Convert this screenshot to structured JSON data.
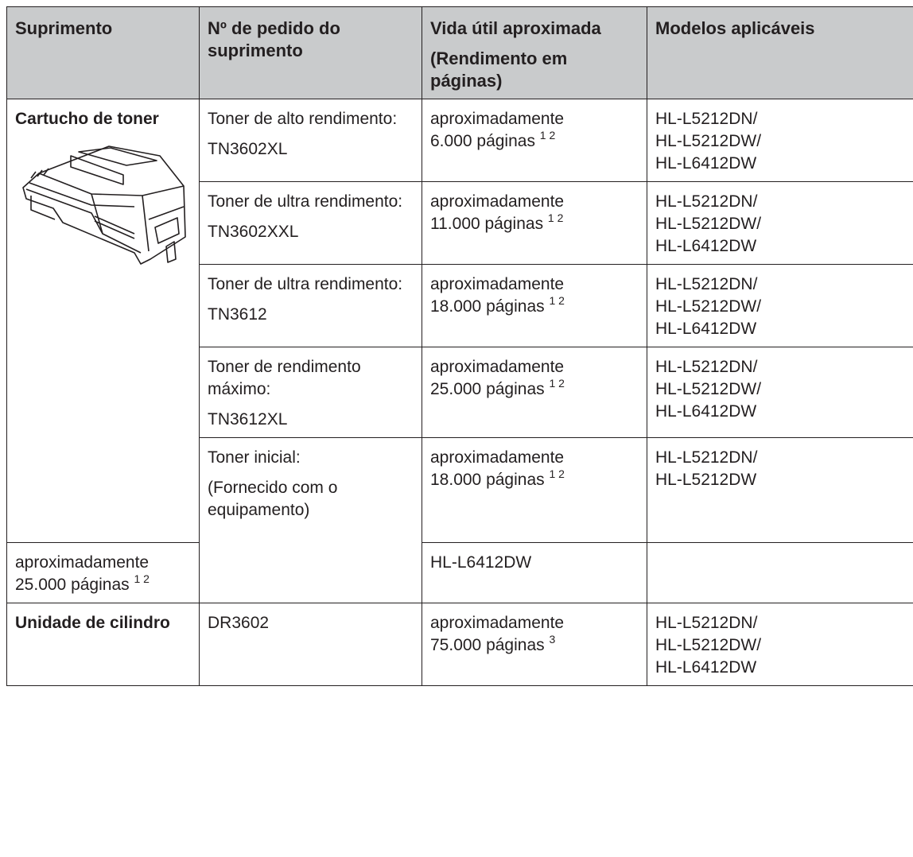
{
  "headers": {
    "supply": "Suprimento",
    "order_no": "Nº de pedido do suprimento",
    "life_1": "Vida útil aproximada",
    "life_2": "(Rendimento em páginas)",
    "models": "Modelos aplicáveis"
  },
  "toner": {
    "name": "Cartucho de toner",
    "image_icon": "toner-cartridge-drawing",
    "rows": [
      {
        "type": "Toner de alto rendimento:",
        "code": "TN3602XL",
        "yield_pre": "aproximadamente",
        "yield_val": "6.000 páginas",
        "notes": "1 2",
        "models": [
          "HL-L5212DN/",
          "HL-L5212DW/",
          "HL-L6412DW"
        ]
      },
      {
        "type": "Toner de ultra rendimento:",
        "code": "TN3602XXL",
        "yield_pre": "aproximadamente",
        "yield_val": "11.000 páginas",
        "notes": "1 2",
        "models": [
          "HL-L5212DN/",
          "HL-L5212DW/",
          "HL-L6412DW"
        ]
      },
      {
        "type": "Toner de ultra rendimento:",
        "code": "TN3612",
        "yield_pre": "aproximadamente",
        "yield_val": "18.000 páginas",
        "notes": "1 2",
        "models": [
          "HL-L5212DN/",
          "HL-L5212DW/",
          "HL-L6412DW"
        ]
      },
      {
        "type": "Toner de rendimento máximo:",
        "code": "TN3612XL",
        "yield_pre": "aproximadamente",
        "yield_val": "25.000 páginas",
        "notes": "1 2",
        "models": [
          "HL-L5212DN/",
          "HL-L5212DW/",
          "HL-L6412DW"
        ]
      }
    ],
    "starter": {
      "type": "Toner inicial:",
      "note": "(Fornecido com o equipamento)",
      "yields": [
        {
          "yield_pre": "aproximadamente",
          "yield_val": "18.000 páginas",
          "notes": "1 2",
          "models": [
            "HL-L5212DN/",
            "HL-L5212DW"
          ]
        },
        {
          "yield_pre": "aproximadamente",
          "yield_val": "25.000 páginas",
          "notes": "1 2",
          "models": [
            "HL-L6412DW"
          ]
        }
      ]
    }
  },
  "drum": {
    "name": "Unidade de cilindro",
    "code": "DR3602",
    "yield_pre": "aproximadamente",
    "yield_val": "75.000 páginas",
    "notes": "3",
    "models": [
      "HL-L5212DN/",
      "HL-L5212DW/",
      "HL-L6412DW"
    ]
  }
}
